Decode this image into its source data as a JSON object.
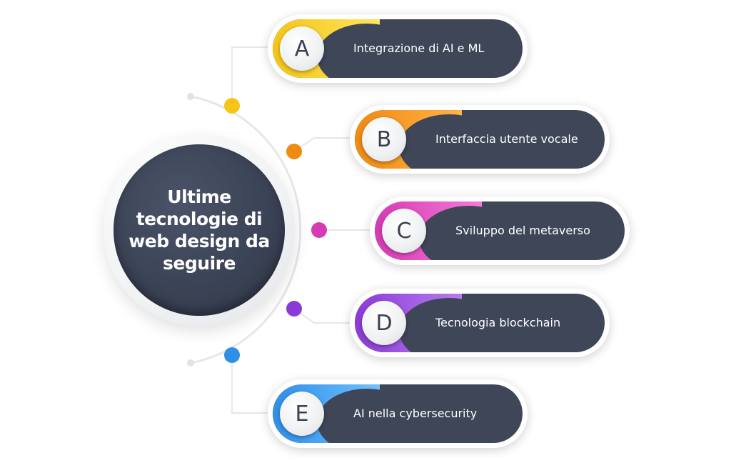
{
  "center": {
    "title": "Ultime tecnologie di web design da seguire"
  },
  "items": [
    {
      "letter": "A",
      "label": "Integrazione di AI e ML",
      "color": "#f5c518",
      "color_light": "#ffe45c"
    },
    {
      "letter": "B",
      "label": "Interfaccia utente vocale",
      "color": "#f08a12",
      "color_light": "#ffb347"
    },
    {
      "letter": "C",
      "label": "Sviluppo del metaverso",
      "color": "#d63ab4",
      "color_light": "#f57ad8"
    },
    {
      "letter": "D",
      "label": "Tecnologia blockchain",
      "color": "#8a3bd6",
      "color_light": "#b77cf0"
    },
    {
      "letter": "E",
      "label": "AI nella cybersecurity",
      "color": "#2f8fe8",
      "color_light": "#6fc0ff"
    }
  ],
  "colors": {
    "dark_fill": "#3e4658",
    "connector": "#e6e7ea"
  }
}
